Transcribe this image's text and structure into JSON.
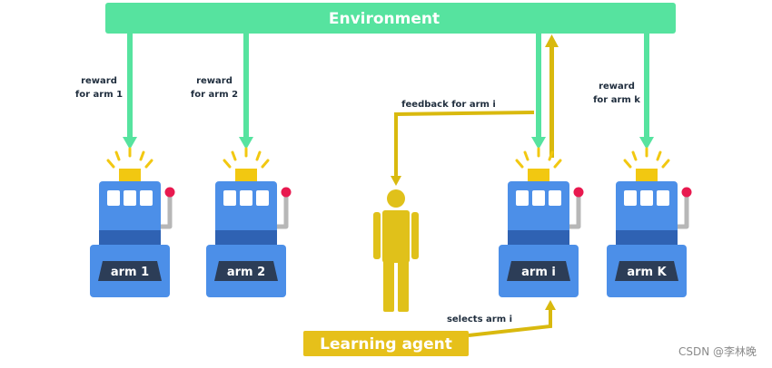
{
  "environment": {
    "label": "Environment"
  },
  "agent": {
    "label": "Learning agent"
  },
  "edge_labels": {
    "reward_1": [
      "reward",
      "for arm 1"
    ],
    "reward_2": [
      "reward",
      "for arm 2"
    ],
    "reward_k": [
      "reward",
      "for arm k"
    ],
    "feedback": "feedback for arm i",
    "selects": "selects arm i"
  },
  "machines": [
    {
      "id": "1",
      "label": "arm 1"
    },
    {
      "id": "2",
      "label": "arm 2"
    },
    {
      "id": "i",
      "label": "arm i"
    },
    {
      "id": "K",
      "label": "arm K"
    }
  ],
  "watermark": "CSDN @李林晚",
  "colors": {
    "environment_bar": "#56e39f",
    "reward_arrow": "#56e39f",
    "agent_bar": "#e6c01a",
    "agent_arrow": "#d9b90e",
    "person": "#e0c11a",
    "machine_body": "#4c8fe8",
    "machine_dark": "#2f62b3",
    "lever_knob": "#e8194f"
  }
}
